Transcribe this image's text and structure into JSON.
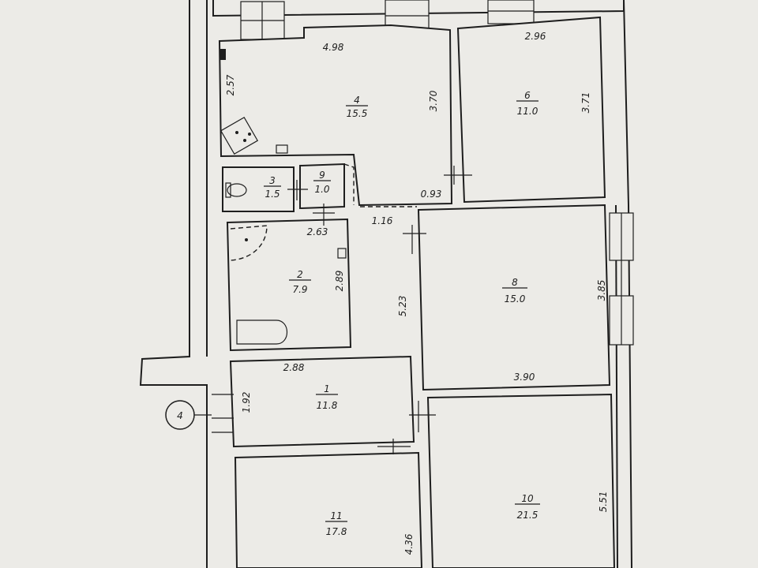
{
  "rooms": [
    {
      "id": "4",
      "area": "15.5"
    },
    {
      "id": "6",
      "area": "11.0"
    },
    {
      "id": "3",
      "area": "1.5"
    },
    {
      "id": "9",
      "area": "1.0"
    },
    {
      "id": "2",
      "area": "7.9"
    },
    {
      "id": "8",
      "area": "15.0"
    },
    {
      "id": "1",
      "area": "11.8"
    },
    {
      "id": "11",
      "area": "17.8"
    },
    {
      "id": "10",
      "area": "21.5"
    }
  ],
  "dimensions": {
    "r4_width": "4.98",
    "r4_height": "3.70",
    "r4_side": "2.57",
    "r6_width": "2.96",
    "r6_height": "3.71",
    "corridor_a": "0.93",
    "corridor_b": "1.16",
    "r2_width": "2.63",
    "r2_height": "2.89",
    "corridor_len": "5.23",
    "r8_height": "3.85",
    "r8_width": "3.90",
    "r1_width": "2.88",
    "r1_height": "1.92",
    "r10_height": "5.51",
    "r11_height": "4.36"
  },
  "marker": "4"
}
